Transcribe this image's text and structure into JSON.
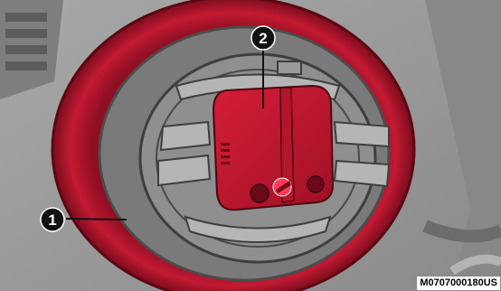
{
  "callouts": [
    {
      "id": "1",
      "label": "1",
      "target": "spare tire"
    },
    {
      "id": "2",
      "label": "2",
      "target": "tire retainer / jack holder"
    }
  ],
  "image_code": "M0707000180US",
  "colors": {
    "tire": "#b0132a",
    "tire_dark": "#6e0a18",
    "highlight": "#c4162e",
    "background": "#9a9a9a",
    "callout_fill": "#111111",
    "callout_text": "#ffffff"
  }
}
